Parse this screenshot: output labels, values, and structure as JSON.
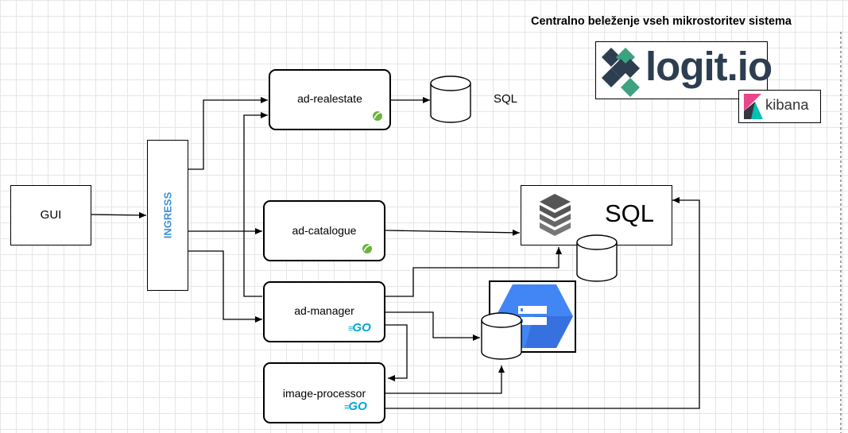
{
  "heading": "Centralno beleženje vseh mikrostoritev sistema",
  "nodes": {
    "gui": "GUI",
    "ingress": "INGRESS",
    "ad_realestate": "ad-realestate",
    "ad_catalogue": "ad-catalogue",
    "ad_manager": "ad-manager",
    "image_processor": "image-processor"
  },
  "badges": {
    "go": "GO"
  },
  "databases": {
    "sql_small_label": "SQL",
    "sql_big_label": "SQL"
  },
  "logos": {
    "logit": "logit.io",
    "kibana": "kibana"
  },
  "colors": {
    "ingress_text": "#3f8fe0",
    "spring_green": "#6db33f",
    "go_blue": "#00a7d0",
    "gcp_blue": "#4285f4",
    "logit_navy": "#2c3e50",
    "logit_green": "#3ca27f",
    "kibana_pink": "#e8478b",
    "kibana_teal": "#00bfb3"
  },
  "icons": [
    "spring-leaf-icon",
    "go-gopher-icon",
    "cloud-sql-stack-icon",
    "gcp-database-icon",
    "logit-logo-icon",
    "kibana-logo-icon"
  ]
}
